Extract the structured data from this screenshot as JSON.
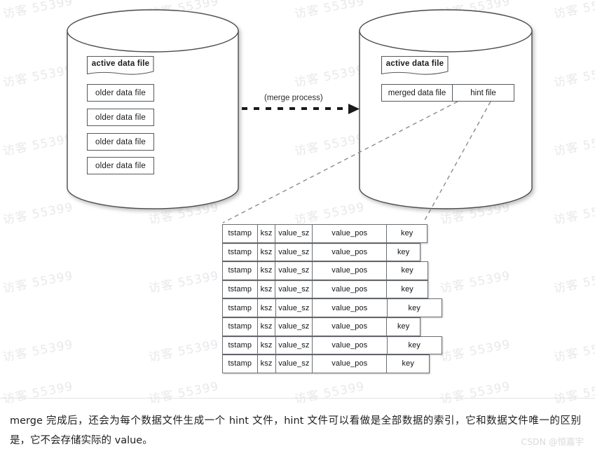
{
  "diagram": {
    "left_cylinder": {
      "name": "source-datastore",
      "files": [
        {
          "label": "active data file",
          "style": "active"
        },
        {
          "label": "older data file",
          "style": "older"
        },
        {
          "label": "older data file",
          "style": "older"
        },
        {
          "label": "older data file",
          "style": "older"
        },
        {
          "label": "older data file",
          "style": "older"
        }
      ]
    },
    "right_cylinder": {
      "name": "merged-datastore",
      "files": [
        {
          "label": "active data file",
          "style": "active"
        }
      ],
      "split_row": {
        "left_label": "merged data file",
        "right_label": "hint file"
      }
    },
    "arrow": {
      "label": "(merge process)",
      "style": "dashed-arrow-right"
    },
    "connector_style": "dashed"
  },
  "hint_table": {
    "columns": [
      "tstamp",
      "ksz",
      "value_sz",
      "value_pos",
      "key"
    ],
    "rows": [
      {
        "cells": [
          "tstamp",
          "ksz",
          "value_sz",
          "value_pos",
          "key"
        ],
        "key_width": 57
      },
      {
        "cells": [
          "tstamp",
          "ksz",
          "value_sz",
          "value_pos",
          "key"
        ],
        "key_width": 47
      },
      {
        "cells": [
          "tstamp",
          "ksz",
          "value_sz",
          "value_pos",
          "key"
        ],
        "key_width": 58
      },
      {
        "cells": [
          "tstamp",
          "ksz",
          "value_sz",
          "value_pos",
          "key"
        ],
        "key_width": 58
      },
      {
        "cells": [
          "tstamp",
          "ksz",
          "value_sz",
          "value_pos",
          "key"
        ],
        "key_width": 78
      },
      {
        "cells": [
          "tstamp",
          "ksz",
          "value_sz",
          "value_pos",
          "key"
        ],
        "key_width": 47
      },
      {
        "cells": [
          "tstamp",
          "ksz",
          "value_sz",
          "value_pos",
          "key"
        ],
        "key_width": 78
      },
      {
        "cells": [
          "tstamp",
          "ksz",
          "value_sz",
          "value_pos",
          "key"
        ],
        "key_width": 60
      }
    ]
  },
  "watermark": {
    "text": "访客 55399",
    "color": "#e9e9ec"
  },
  "caption": {
    "text": "merge 完成后，还会为每个数据文件生成一个 hint 文件，hint 文件可以看做是全部数据的索引，它和数据文件唯一的区别是，它不会存储实际的 value。"
  },
  "footer": {
    "attribution": "CSDN @恒嘉宇"
  }
}
